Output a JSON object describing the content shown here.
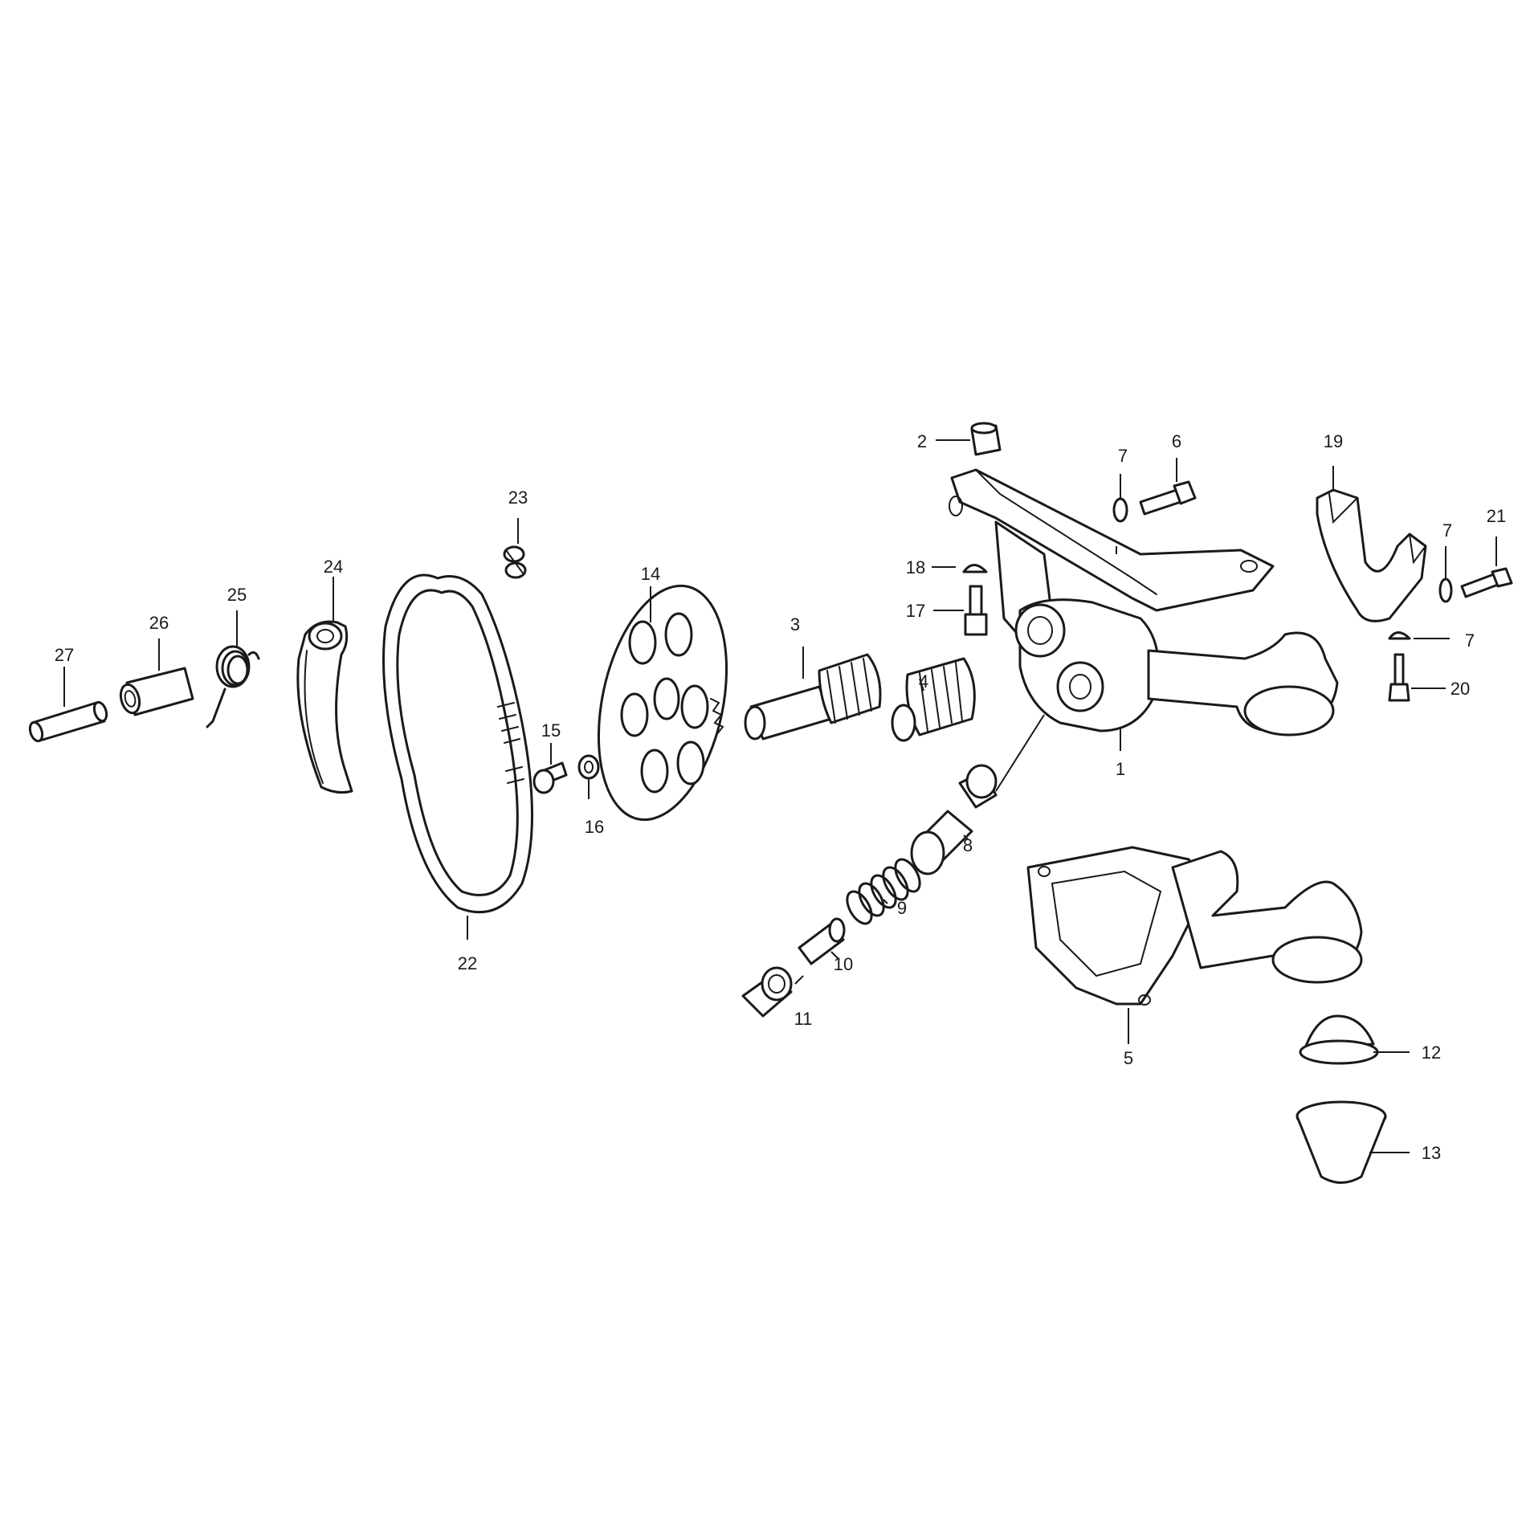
{
  "callouts": {
    "c1": "1",
    "c2": "2",
    "c3": "3",
    "c4": "4",
    "c5": "5",
    "c6": "6",
    "c7a": "7",
    "c7b": "7",
    "c7c": "7",
    "c8": "8",
    "c9": "9",
    "c10": "10",
    "c11": "11",
    "c12": "12",
    "c13": "13",
    "c14": "14",
    "c15": "15",
    "c16": "16",
    "c17": "17",
    "c18": "18",
    "c19": "19",
    "c20": "20",
    "c21": "21",
    "c22": "22",
    "c23": "23",
    "c24": "24",
    "c25": "25",
    "c26": "26",
    "c27": "27"
  }
}
